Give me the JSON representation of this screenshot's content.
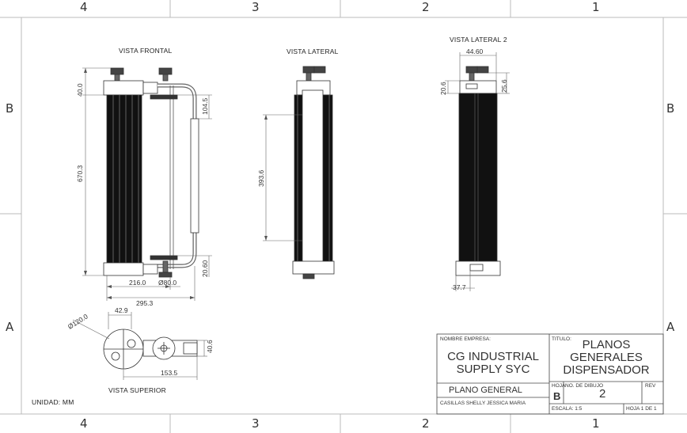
{
  "border": {
    "top_numbers": [
      "4",
      "3",
      "2",
      "1"
    ],
    "bottom_numbers": [
      "4",
      "3",
      "2",
      "1"
    ],
    "left_letters": [
      "B",
      "A"
    ],
    "right_letters": [
      "B",
      "A"
    ]
  },
  "views": {
    "frontal": {
      "title": "VISTA FRONTAL",
      "dims": {
        "top_height": "40.0",
        "total_height": "670.3",
        "handle_offset": "104.5",
        "bottom_offset": "20.60",
        "width_216": "216.0",
        "diameter": "Ø80.0",
        "width_total": "295.3"
      }
    },
    "lateral": {
      "title": "VISTA LATERAL",
      "dims": {
        "inner_height": "393.6"
      }
    },
    "lateral2": {
      "title": "VISTA LATERAL 2",
      "dims": {
        "top_width": "44.60",
        "left_height": "20.6",
        "right_height": "25.6",
        "bottom_width": "37.7"
      }
    },
    "superior": {
      "title": "VISTA SUPERIOR",
      "dims": {
        "diameter": "Ø120.0",
        "width_42": "42.9",
        "length": "153.5",
        "height": "40.6"
      }
    }
  },
  "unit_note": "UNIDAD: MM",
  "title_block": {
    "company_label": "NOMBRE EMPRESA:",
    "company_line1": "CG INDUSTRIAL",
    "company_line2": "SUPPLY SYC",
    "title_label": "TITULO:",
    "title_line1": "PLANOS",
    "title_line2": "GENERALES",
    "title_line3": "DISPENSADOR",
    "plan_type": "PLANO GENERAL",
    "author": "CASILLAS SHELLY JESSICA MARIA",
    "sheet_size_label": "HOJA",
    "drawing_number_label": "NO. DE DIBUJO",
    "rev_label": "REV",
    "sheet_size": "B",
    "drawing_number": "2",
    "scale": "ESCALA: 1:5",
    "sheet": "HOJA 1 DE 1"
  }
}
